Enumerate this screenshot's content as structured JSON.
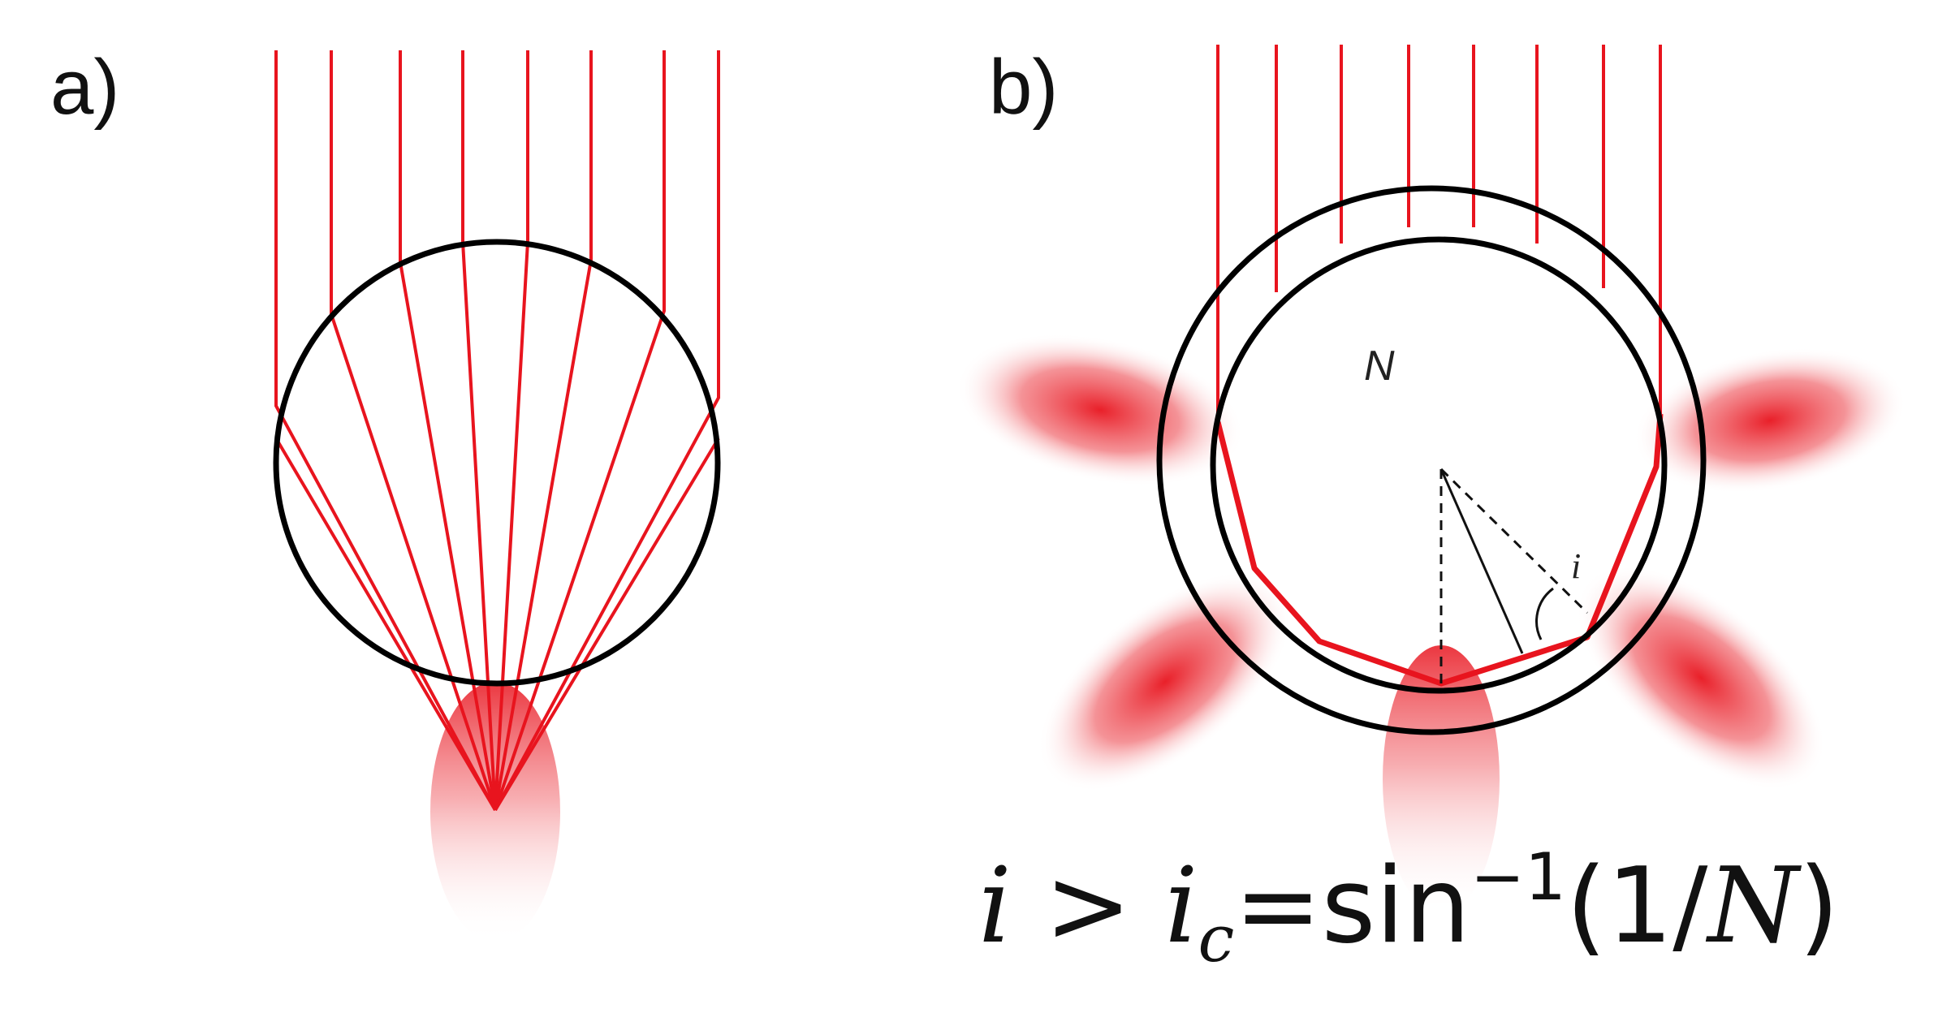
{
  "panel_a": {
    "label": "a)"
  },
  "panel_b": {
    "label": "b)",
    "inner_label": "N",
    "angle_label": "i"
  },
  "formula": {
    "i": "i",
    "gt": " > ",
    "ic_base": "i",
    "ic_sub": "c",
    "eq_sin": "=sin",
    "sup": "−1",
    "open": "(1/",
    "N": "N",
    "close": ")"
  },
  "colors": {
    "ray": "#e8141e",
    "circle": "#000000",
    "glow": "#e8141e"
  }
}
